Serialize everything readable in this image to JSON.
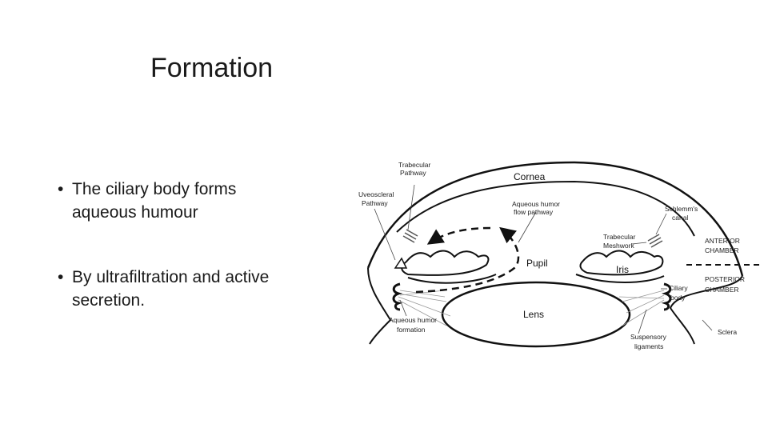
{
  "slide": {
    "title": "Formation",
    "bullets": [
      {
        "marker": "•",
        "text": "The ciliary body forms aqueous humour"
      },
      {
        "marker": "•",
        "text": "By ultrafiltration and active secretion."
      }
    ]
  },
  "diagram": {
    "labels": {
      "cornea": "Cornea",
      "pupil": "Pupil",
      "iris": "Iris",
      "lens": "Lens",
      "trabecular_pathway": [
        "Trabecular",
        "Pathway"
      ],
      "uveoscleral_pathway": [
        "Uveoscleral",
        "Pathway"
      ],
      "aqueous_flow": [
        "Aqueous humor",
        "flow pathway"
      ],
      "schlemms_canal": [
        "Schlemm's",
        "canal"
      ],
      "trabecular_meshwork": [
        "Trabecular",
        "Meshwork"
      ],
      "anterior_chamber": [
        "ANTERIOR",
        "CHAMBER"
      ],
      "posterior_chamber": [
        "POSTERIOR",
        "CHAMBER"
      ],
      "ciliary_body": [
        "Ciliary",
        "body"
      ],
      "aqueous_formation": [
        "Aqueous humor",
        "formation"
      ],
      "suspensory_ligaments": [
        "Suspensory",
        "ligaments"
      ],
      "sclera": "Sclera"
    }
  }
}
